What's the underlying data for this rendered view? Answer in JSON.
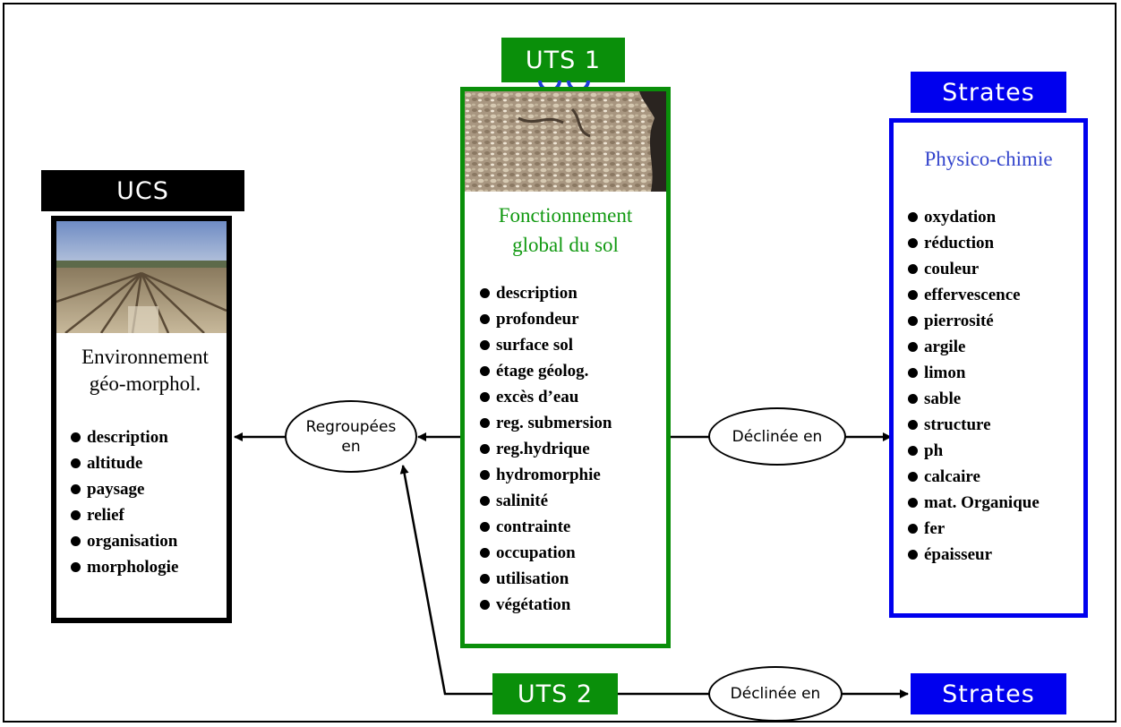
{
  "ucs": {
    "label": "UCS",
    "title_line1": "Environnement",
    "title_line2": "géo-morphol.",
    "items": [
      "description",
      "altitude",
      "paysage",
      "relief",
      "organisation",
      "morphologie"
    ]
  },
  "uts1": {
    "label": "UTS 1",
    "title_line1": "Fonctionnement",
    "title_line2": "global du sol",
    "items": [
      "description",
      "profondeur",
      "surface sol",
      "étage géolog.",
      "excès d’eau",
      "reg. submersion",
      "reg.hydrique",
      "hydromorphie",
      "salinité",
      "contrainte",
      "occupation",
      "utilisation",
      "végétation"
    ]
  },
  "strates": {
    "label": "Strates",
    "title": "Physico-chimie",
    "items": [
      "oxydation",
      "réduction",
      "couleur",
      "effervescence",
      "pierrosité",
      "argile",
      "limon",
      "sable",
      "structure",
      "ph",
      "calcaire",
      "mat. Organique",
      "fer",
      "épaisseur"
    ]
  },
  "uts2": {
    "label": "UTS 2"
  },
  "strates2": {
    "label": "Strates"
  },
  "connectors": {
    "regroupees_line1": "Regroupées",
    "regroupees_line2": "en",
    "declinee1": "Déclinée en",
    "declinee2": "Déclinée en"
  },
  "colors": {
    "green": "#0a8f0a",
    "blue": "#0000ee",
    "black": "#000000",
    "title_green": "#119911",
    "title_blue": "#3344cc"
  }
}
